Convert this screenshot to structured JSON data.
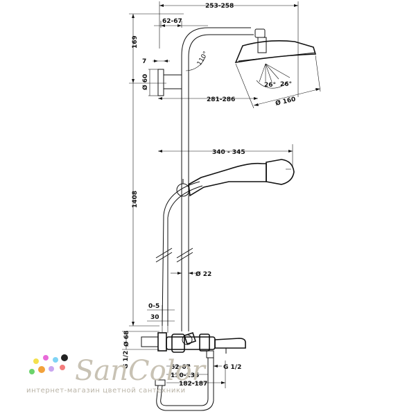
{
  "dimensions": {
    "width_total": "253-258",
    "arm_offset": "62-67",
    "arm_angle": "110°",
    "top_height": "169",
    "holder_width": "7",
    "holder_diameter": "Ø 60",
    "shower_reach": "281-286",
    "head_angle_left": "26°",
    "head_angle_right": "26°",
    "head_diameter": "Ø 160",
    "handshower_reach": "340 - 345",
    "column_height": "1408",
    "pipe_diameter": "Ø 22",
    "wall_offset": "0-5",
    "wall_depth": "30",
    "connector_diameter": "Ø 68",
    "inlet_left": "G 1/2",
    "spout_offset": "62-67",
    "spout_reach": "130-135",
    "spout_total": "182-187",
    "outlet_right": "G 1/2"
  },
  "watermark": {
    "name": "SanColor",
    "subtitle": "интернет-магазин цветной сантехники",
    "dot_colors": [
      "#f4e04d",
      "#e86ad8",
      "#7fd4f5",
      "#6bd36b",
      "#f2a23b",
      "#c9a6f0",
      "#f47c7c",
      "#222222"
    ]
  }
}
